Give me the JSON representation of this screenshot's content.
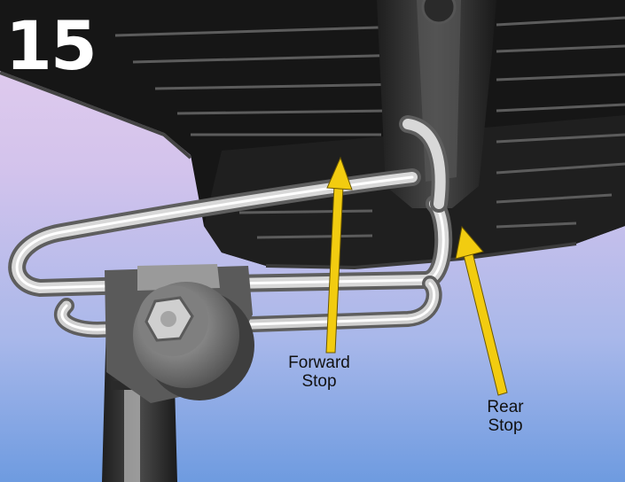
{
  "step": {
    "number": "15"
  },
  "callouts": {
    "forward": {
      "line1": "Forward",
      "line2": "Stop"
    },
    "rear": {
      "line1": "Rear",
      "line2": "Stop"
    }
  },
  "colors": {
    "arrow": "#f2cc10",
    "step_number": "#ffffff",
    "label_text": "#111111",
    "sky_top": "#e6cfee",
    "sky_bottom": "#6e9be0"
  }
}
